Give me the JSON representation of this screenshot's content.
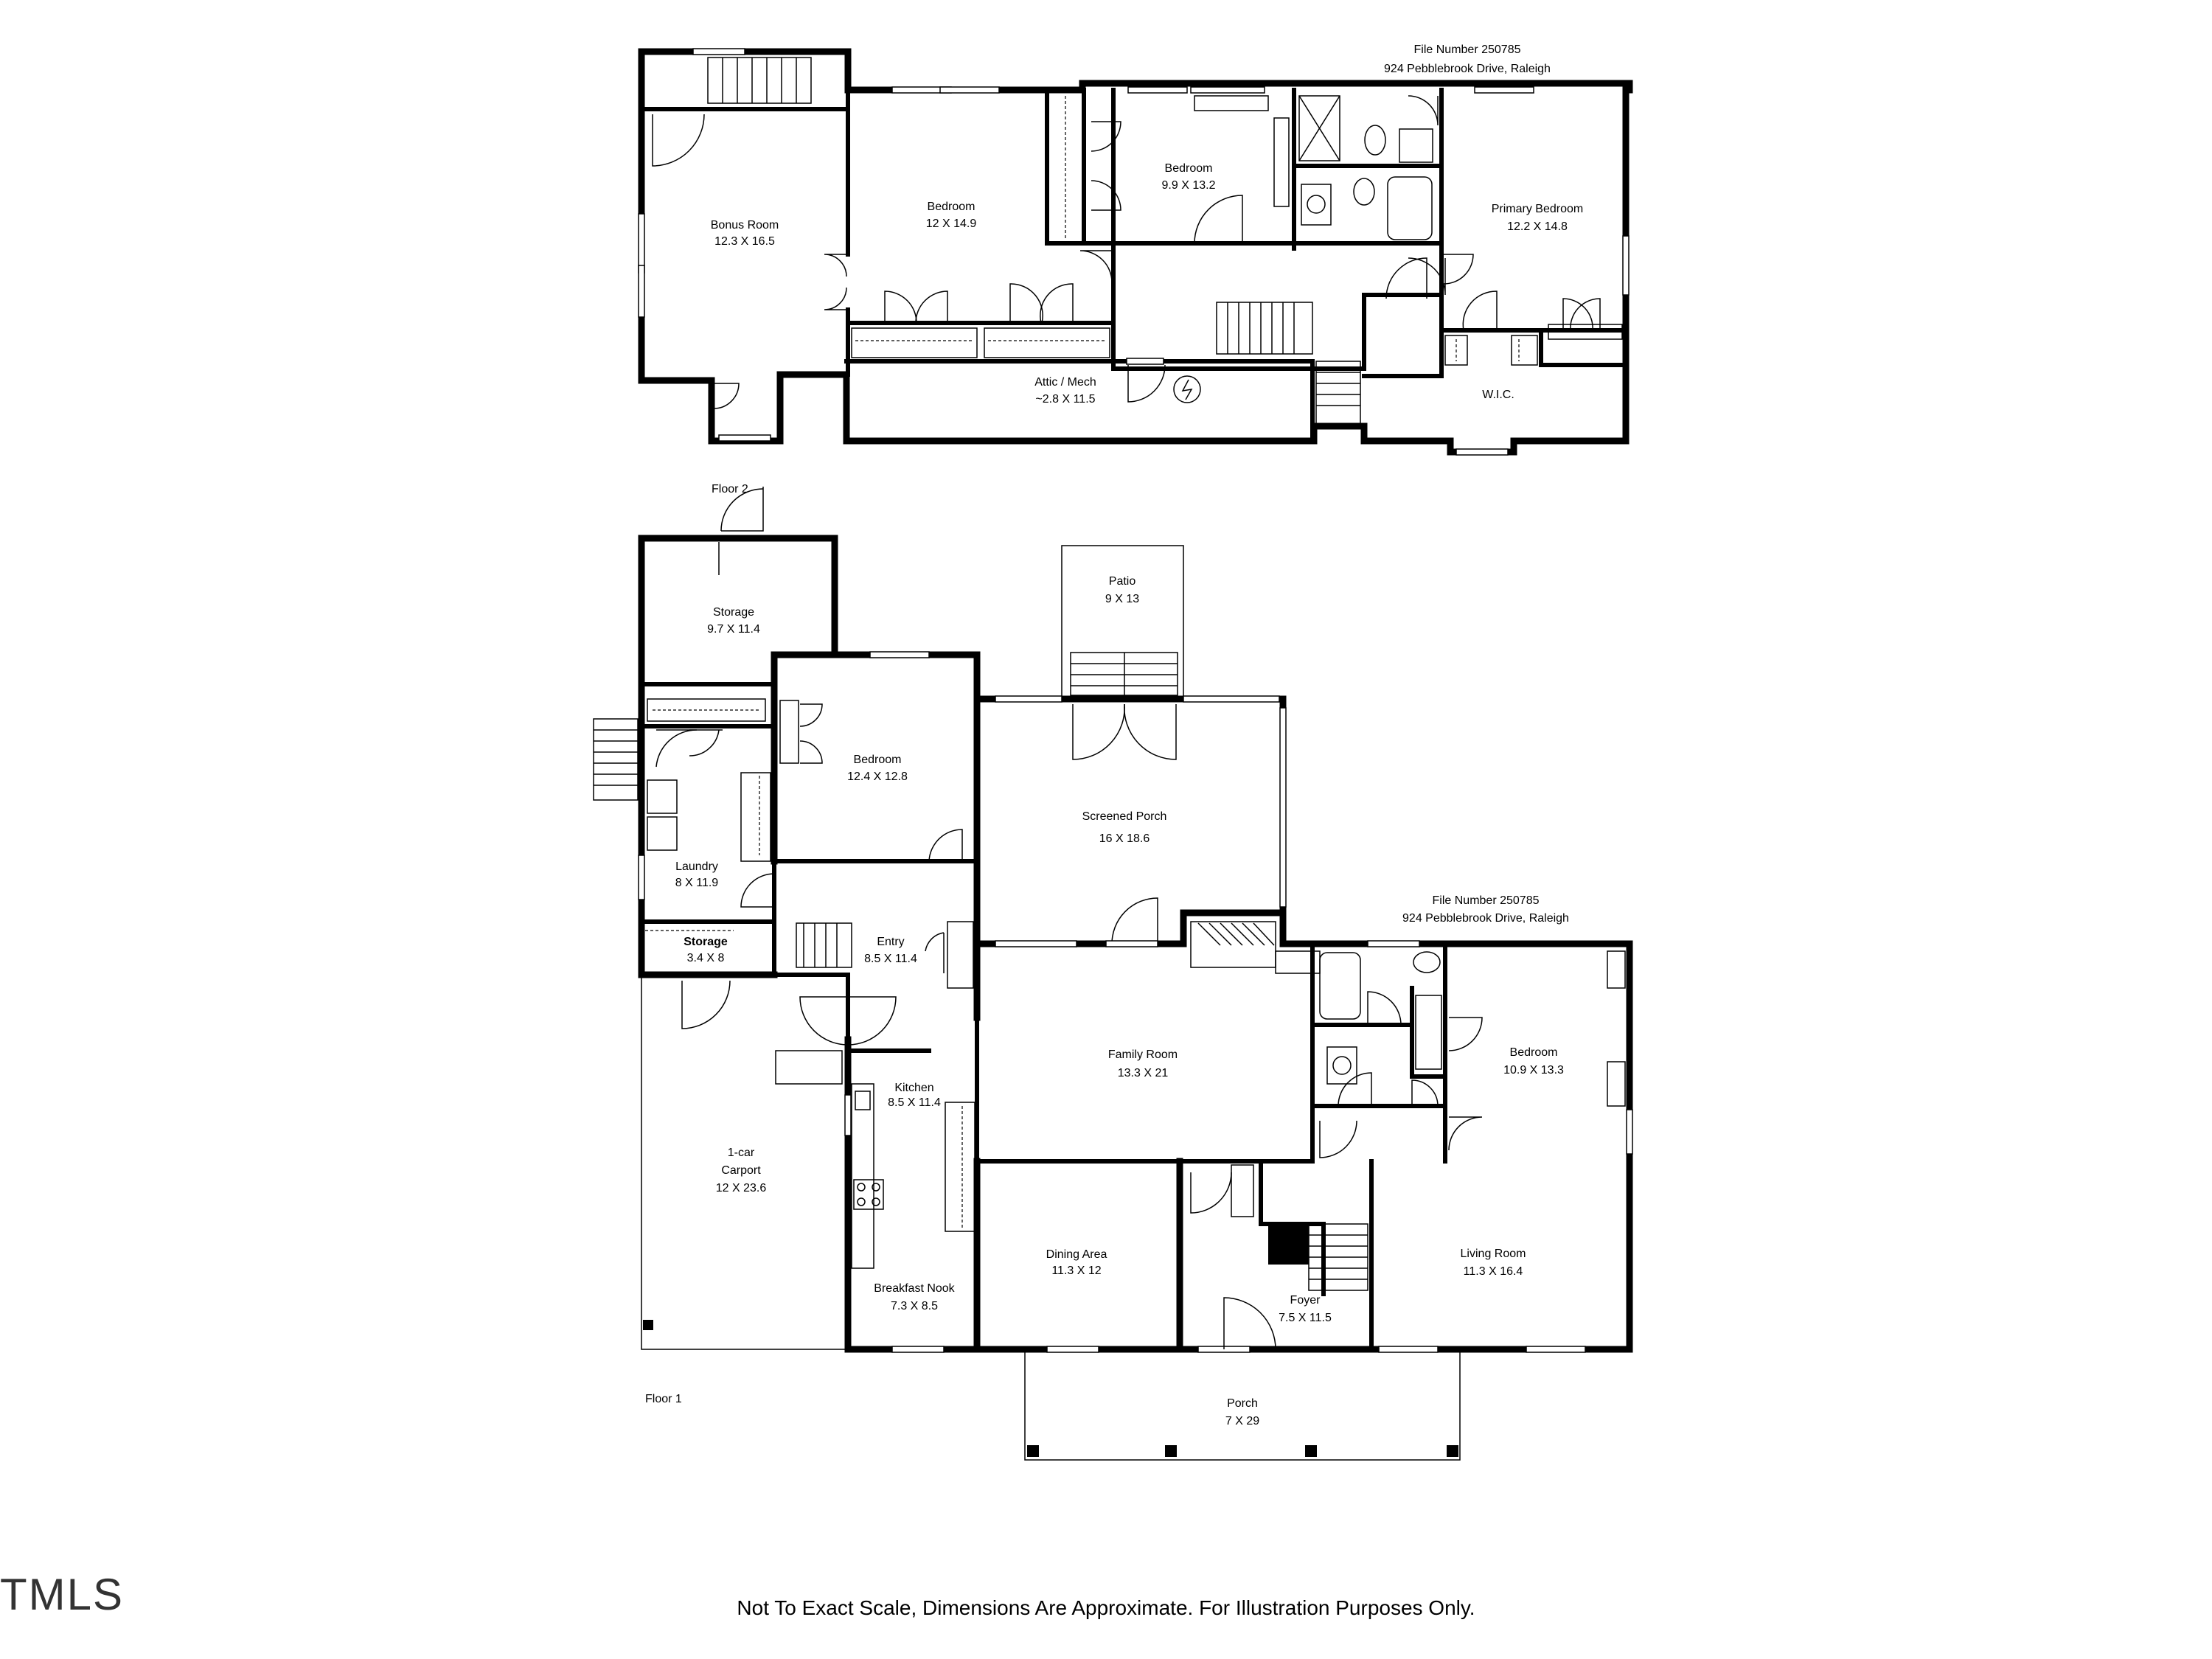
{
  "header": {
    "file_number": "File Number 250785",
    "address": "924 Pebblebrook Drive, Raleigh"
  },
  "floors": {
    "floor2_label": "Floor 2",
    "floor1_label": "Floor 1"
  },
  "rooms_floor2": [
    {
      "name": "Bonus Room",
      "dims": "12.3 X 16.5"
    },
    {
      "name": "Bedroom",
      "dims": "12 X 14.9"
    },
    {
      "name": "Bedroom",
      "dims": "9.9 X 13.2"
    },
    {
      "name": "Primary Bedroom",
      "dims": "12.2 X 14.8"
    },
    {
      "name": "Attic / Mech",
      "dims": "~2.8 X 11.5"
    },
    {
      "name": "W.I.C.",
      "dims": ""
    }
  ],
  "rooms_floor1": [
    {
      "name": "Storage",
      "dims": "9.7 X 11.4"
    },
    {
      "name": "Patio",
      "dims": "9 X 13"
    },
    {
      "name": "Bedroom",
      "dims": "12.4 X 12.8"
    },
    {
      "name": "Screened Porch",
      "dims": "16 X 18.6"
    },
    {
      "name": "Laundry",
      "dims": "8 X 11.9"
    },
    {
      "name": "Storage",
      "dims": "3.4 X 8"
    },
    {
      "name": "Entry",
      "dims": "8.5 X 11.4"
    },
    {
      "name": "Family Room",
      "dims": "13.3 X 21"
    },
    {
      "name": "Bedroom",
      "dims": "10.9 X 13.3"
    },
    {
      "name": "Kitchen",
      "dims": "8.5 X 11.4"
    },
    {
      "name": "1-car",
      "dims": ""
    },
    {
      "name": "Carport",
      "dims": "12 X 23.6"
    },
    {
      "name": "Dining Area",
      "dims": "11.3 X 12"
    },
    {
      "name": "Living Room",
      "dims": "11.3 X 16.4"
    },
    {
      "name": "Breakfast Nook",
      "dims": "7.3 X 8.5"
    },
    {
      "name": "Foyer",
      "dims": "7.5 X 11.5"
    },
    {
      "name": "Porch",
      "dims": "7 X 29"
    }
  ],
  "footer": {
    "disclaimer": "Not To Exact Scale, Dimensions Are Approximate. For Illustration Purposes Only."
  },
  "logo": {
    "text": "TMLS"
  }
}
